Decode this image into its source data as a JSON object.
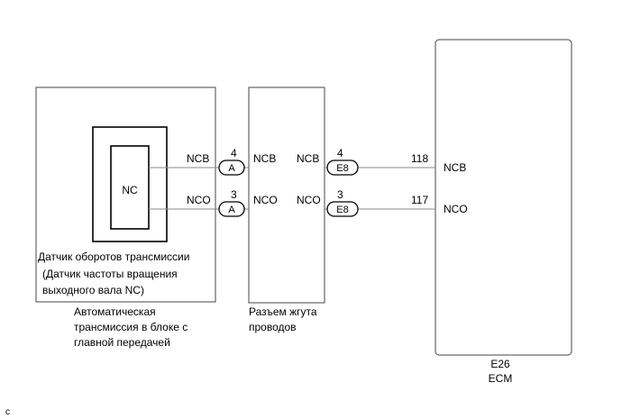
{
  "transmission": {
    "sensor_label": "NC",
    "sensor_title": "Датчик оборотов трансмиссии",
    "sensor_sub_line1": "(Датчик частоты вращения",
    "sensor_sub_line2": "выходного вала NC)",
    "caption_line1": "Автоматическая",
    "caption_line2": "трансмиссия в блоке с",
    "caption_line3": "главной передачей",
    "terminal_top": "NCB",
    "terminal_bottom": "NCO"
  },
  "connector_a": {
    "letter": "A",
    "pin_top": "4",
    "pin_bottom": "3"
  },
  "harness": {
    "left_top": "NCB",
    "left_bottom": "NCO",
    "right_top": "NCB",
    "right_bottom": "NCO",
    "caption_line1": "Разъем жгута",
    "caption_line2": "проводов"
  },
  "connector_e8": {
    "code": "E8",
    "pin_top": "4",
    "pin_bottom": "3"
  },
  "ecm": {
    "pin_top": "118",
    "pin_bottom": "117",
    "terminal_top": "NCB",
    "terminal_bottom": "NCO",
    "code": "E26",
    "name": "ECM"
  },
  "footer": {
    "mark": "c"
  }
}
